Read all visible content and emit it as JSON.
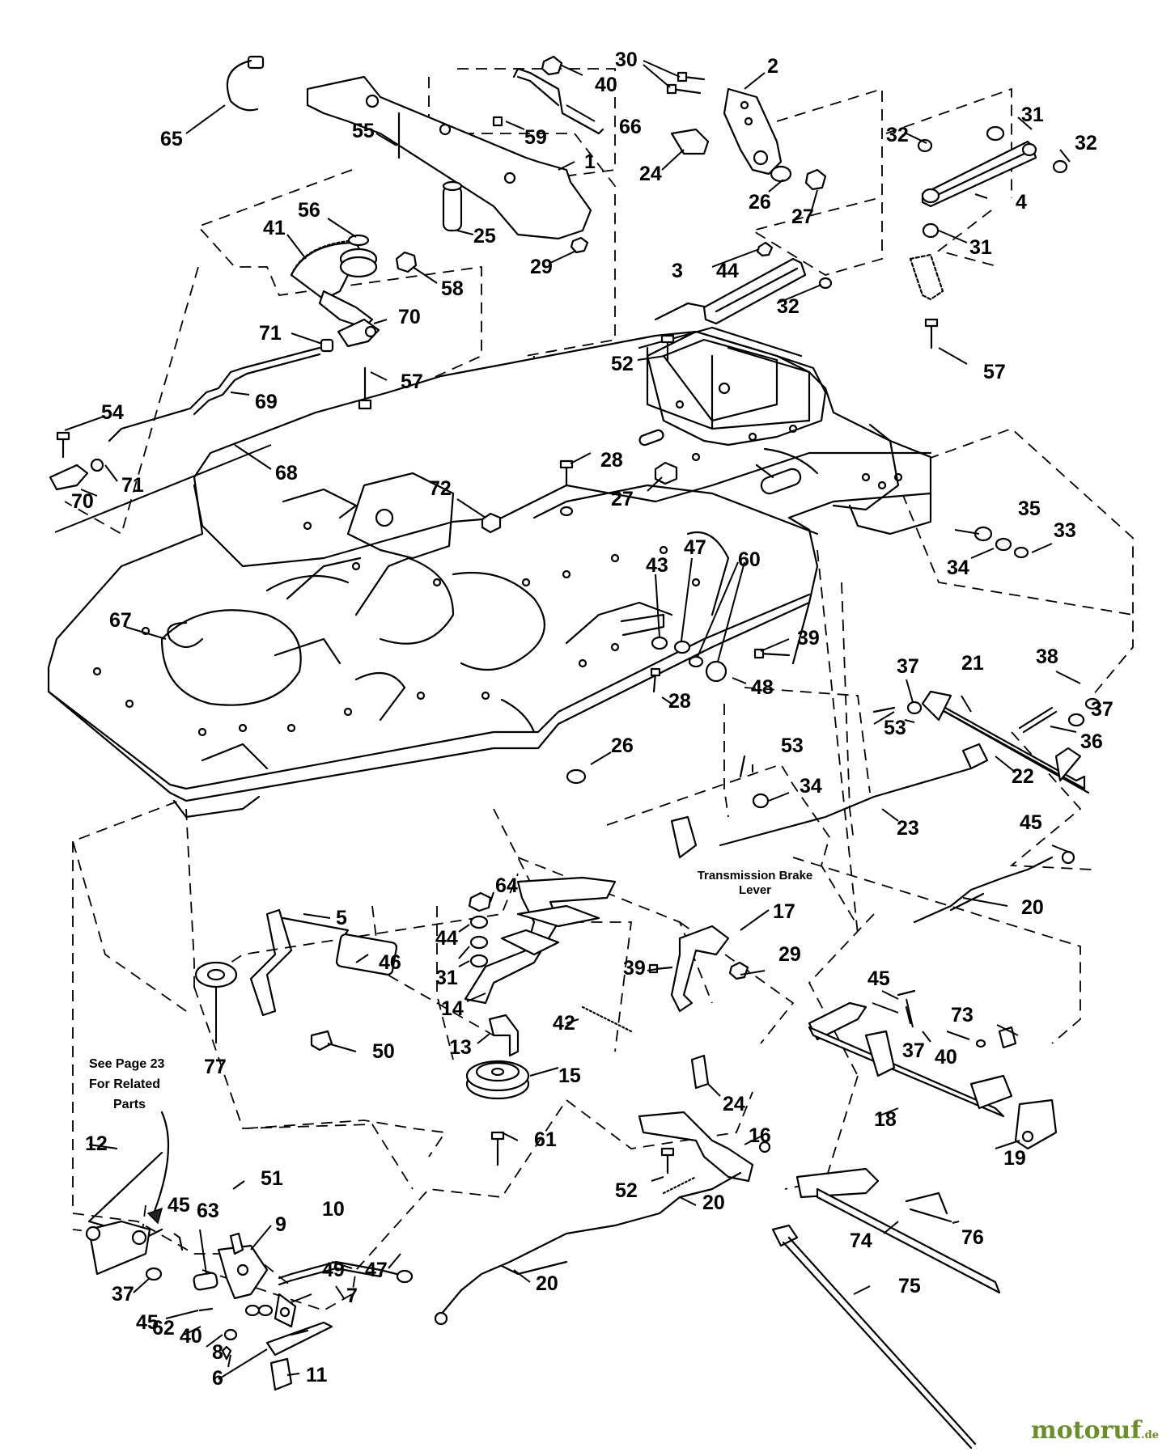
{
  "callouts": [
    "1",
    "2",
    "3",
    "4",
    "5",
    "6",
    "7",
    "8",
    "9",
    "10",
    "11",
    "12",
    "13",
    "14",
    "15",
    "16",
    "17",
    "18",
    "19",
    "20",
    "20",
    "20",
    "21",
    "22",
    "23",
    "24",
    "24",
    "25",
    "26",
    "26",
    "27",
    "27",
    "28",
    "28",
    "29",
    "29",
    "30",
    "31",
    "31",
    "31",
    "32",
    "32",
    "32",
    "33",
    "34",
    "34",
    "35",
    "36",
    "37",
    "37",
    "37",
    "37",
    "38",
    "39",
    "39",
    "40",
    "40",
    "40",
    "41",
    "42",
    "43",
    "44",
    "44",
    "45",
    "45",
    "45",
    "45",
    "46",
    "47",
    "47",
    "48",
    "49",
    "50",
    "51",
    "52",
    "52",
    "53",
    "53",
    "54",
    "55",
    "56",
    "57",
    "57",
    "58",
    "59",
    "60",
    "61",
    "62",
    "63",
    "64",
    "65",
    "66",
    "67",
    "68",
    "69",
    "70",
    "70",
    "71",
    "71",
    "72",
    "73",
    "74",
    "75",
    "76",
    "77"
  ],
  "notes": {
    "transmission_brake_lever": [
      "Transmission Brake",
      "Lever"
    ],
    "see_page": [
      "See Page 23",
      "For Related",
      "Parts"
    ]
  },
  "watermark": {
    "name": "motoruf",
    "suffix": ".de"
  },
  "colors": {
    "ink": "#000000",
    "paper": "#ffffff",
    "watermark": "#6a8f2a"
  }
}
